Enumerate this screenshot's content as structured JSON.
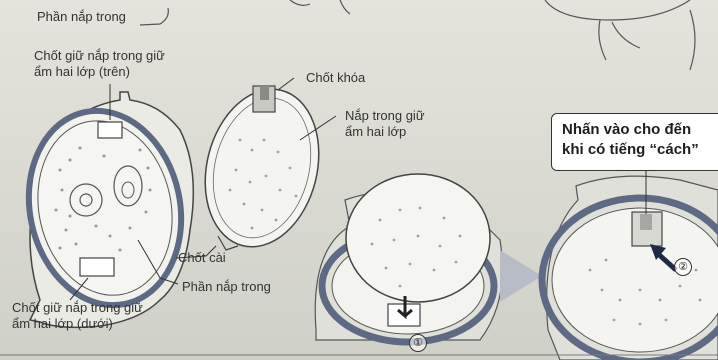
{
  "labels": {
    "inner_lid_part_top": "Phần nắp trong",
    "retainer_top_line1": "Chốt giữ nắp trong giữ",
    "retainer_top_line2": "ẩm hai lớp (trên)",
    "lock_pin": "Chốt khóa",
    "inner_lid_line1": "Nắp trong giữ",
    "inner_lid_line2": "ẩm hai lớp",
    "catch_pin": "Chốt cài",
    "inner_lid_part": "Phần nắp trong",
    "retainer_bottom_line1": "Chốt giữ nắp trong giữ",
    "retainer_bottom_line2": "ẩm hai lớp (dưới)"
  },
  "callout": {
    "line1": "Nhấn vào cho đến",
    "line2": "khi có tiếng “cách”"
  },
  "steps": {
    "step1": "①",
    "step2": "②"
  },
  "colors": {
    "ink": "#333333",
    "ring": "#5e6a84",
    "arrow_right": "#b7bcc6",
    "panel_bg": "#dcdcd4"
  }
}
